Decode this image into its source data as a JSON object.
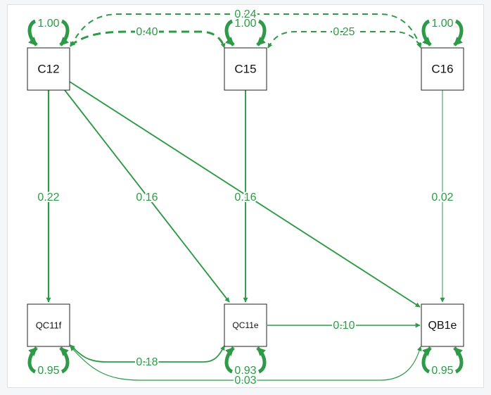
{
  "diagram": {
    "type": "path-diagram",
    "edge_color": "#2e9a48",
    "nodes": {
      "c12": "C12",
      "c15": "C15",
      "c16": "C16",
      "qc11f": "QC11f",
      "qc11e": "QC11e",
      "qb1e": "QB1e"
    },
    "paths": {
      "c12_qc11f": "0.22",
      "c12_qc11e": "0.16",
      "c12_qb1e": "0.16",
      "c15_qc11e": "0.16",
      "c16_qb1e": "0.02",
      "qc11e_qb1e": "0.10"
    },
    "covariances": {
      "c12_c15": "0.40",
      "c15_c16": "0.25",
      "c12_c16": "0.24",
      "qc11f_qc11e": "0.18",
      "qc11f_qb1e": "0.03"
    },
    "variances": {
      "c12": "1.00",
      "c15": "1.00",
      "c16": "1.00",
      "qc11f": "0.95",
      "qc11e": "0.93",
      "qb1e": "0.95"
    }
  }
}
